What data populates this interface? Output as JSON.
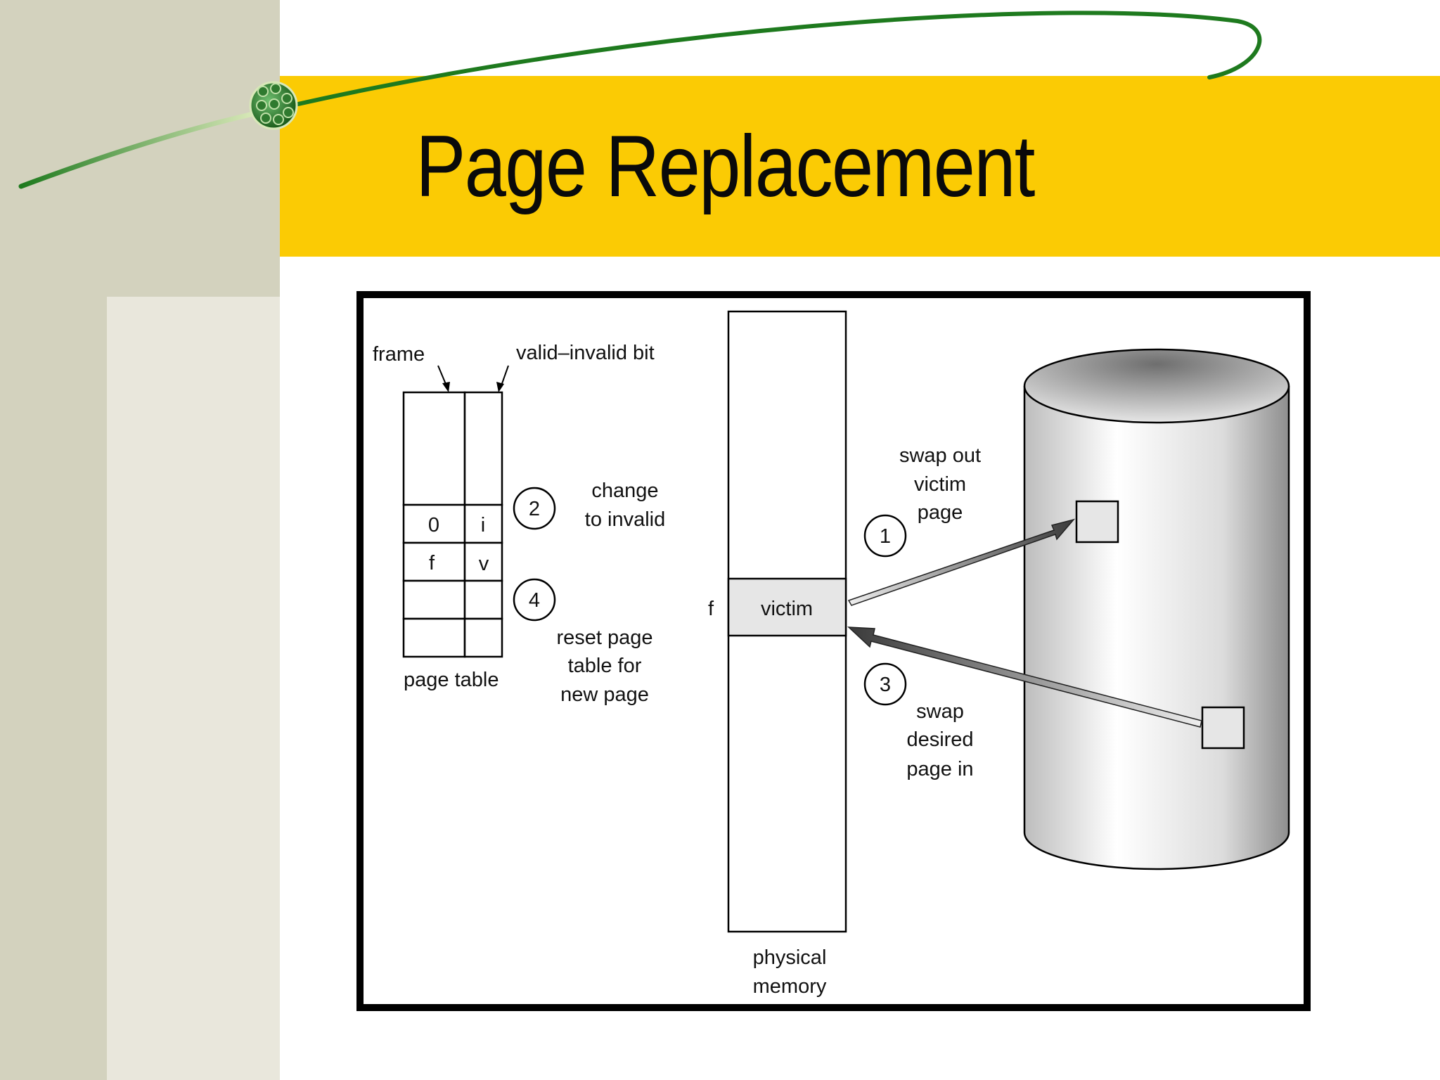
{
  "slide": {
    "title": "Page Replacement"
  },
  "diagram": {
    "labels": {
      "frame": "frame",
      "valid_invalid_bit": "valid–invalid bit",
      "page_table": "page table",
      "physical_memory_line1": "physical",
      "physical_memory_line2": "memory",
      "f_marker": "f",
      "victim": "victim"
    },
    "page_table_rows": [
      {
        "frame": "",
        "bit": ""
      },
      {
        "frame": "0",
        "bit": "i"
      },
      {
        "frame": "f",
        "bit": "v"
      },
      {
        "frame": "",
        "bit": ""
      },
      {
        "frame": "",
        "bit": ""
      }
    ],
    "steps": [
      {
        "number": "1",
        "lines": [
          "swap out",
          "victim",
          "page"
        ]
      },
      {
        "number": "2",
        "lines": [
          "change",
          "to invalid"
        ]
      },
      {
        "number": "3",
        "lines": [
          "swap",
          "desired",
          "page in"
        ]
      },
      {
        "number": "4",
        "lines": [
          "reset page",
          "table for",
          "new page"
        ]
      }
    ]
  },
  "colors": {
    "title_band": "#fbcb04",
    "sidebar": "#d3d2be",
    "sidebar_light": "#e9e7dc",
    "swoosh_green": "#1e7a1e"
  }
}
